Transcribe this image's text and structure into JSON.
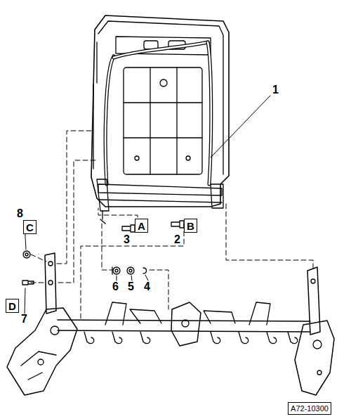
{
  "diagram": {
    "nodes": [
      {
        "text": [
          "C"
        ]
      },
      {
        "text": [
          "A"
        ]
      },
      {
        "text": [
          "B"
        ]
      },
      {
        "text": [
          "D"
        ]
      },
      {
        "text": [
          "A72-10300"
        ]
      }
    ],
    "labels": [
      "1",
      "8",
      "3",
      "2",
      "6",
      "5",
      "4",
      "7"
    ]
  }
}
